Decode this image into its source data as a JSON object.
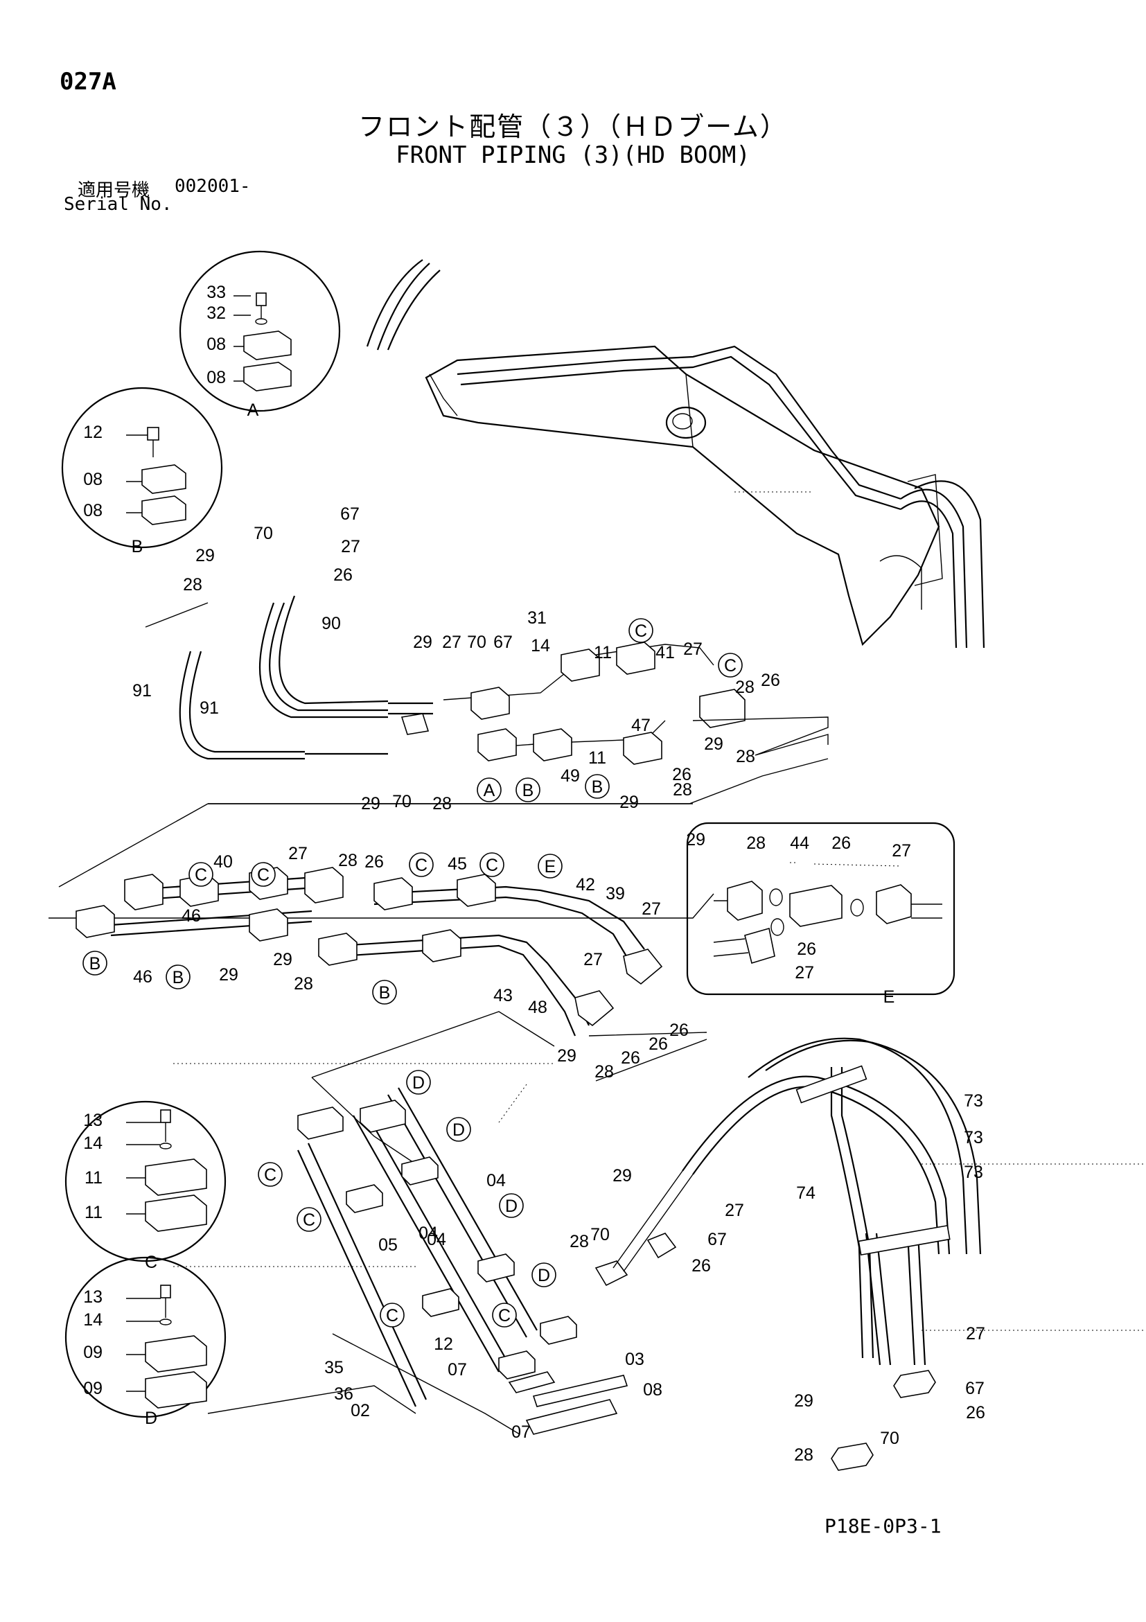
{
  "header": {
    "code": "027A",
    "title_jp": "フロント配管（３）（ＨＤブーム）",
    "title_en": "FRONT PIPING (3)(HD BOOM)",
    "serial_label_jp": "適用号機",
    "serial_value": "002001-",
    "serial_label_en": "Serial No."
  },
  "footer": {
    "page_ref": "P18E-0P3-1"
  },
  "detail_views": [
    {
      "letter": "A",
      "parts": [
        "33",
        "32",
        "08",
        "08"
      ]
    },
    {
      "letter": "B",
      "parts": [
        "12",
        "08",
        "08"
      ]
    },
    {
      "letter": "C",
      "parts": [
        "13",
        "14",
        "11",
        "11"
      ]
    },
    {
      "letter": "D",
      "parts": [
        "13",
        "14",
        "09",
        "09"
      ]
    },
    {
      "letter": "E",
      "parts": [
        "29",
        "28",
        "44",
        "26",
        "27",
        "26",
        "27"
      ]
    }
  ],
  "callouts": [
    "70",
    "67",
    "29",
    "27",
    "28",
    "26",
    "90",
    "91",
    "91",
    "29",
    "27",
    "70",
    "67",
    "31",
    "14",
    "11",
    "41",
    "27",
    "28",
    "26",
    "28",
    "26",
    "11",
    "47",
    "29",
    "29",
    "70",
    "28",
    "49",
    "29",
    "28",
    "40",
    "27",
    "28",
    "26",
    "45",
    "42",
    "39",
    "46",
    "27",
    "29",
    "46",
    "29",
    "28",
    "27",
    "43",
    "48",
    "29",
    "28",
    "26",
    "26",
    "26",
    "73",
    "73",
    "73",
    "74",
    "29",
    "27",
    "70",
    "67",
    "28",
    "26",
    "04",
    "04",
    "04",
    "05",
    "12",
    "35",
    "07",
    "03",
    "36",
    "08",
    "02",
    "07",
    "27",
    "67",
    "29",
    "26",
    "70",
    "28"
  ],
  "markers": [
    "A",
    "B",
    "B",
    "C",
    "C",
    "C",
    "C",
    "C",
    "C",
    "E",
    "B",
    "B",
    "B",
    "D",
    "D",
    "D",
    "D",
    "C",
    "C",
    "C",
    "C"
  ],
  "colors": {
    "ink": "#000000",
    "paper": "#ffffff"
  }
}
